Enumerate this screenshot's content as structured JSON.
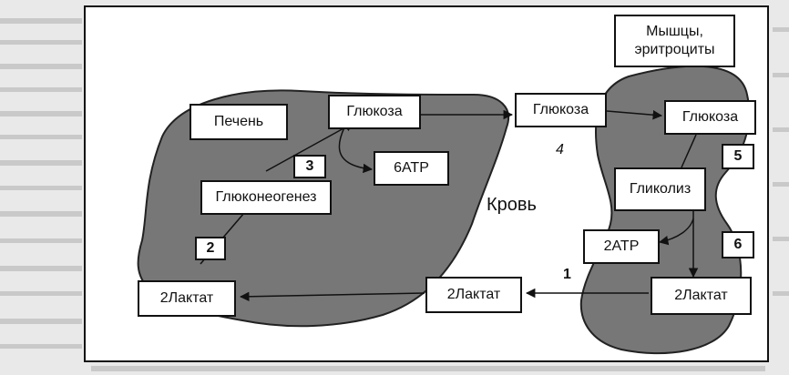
{
  "diagram": {
    "nodes": {
      "liver": "Печень",
      "glucose_liver": "Глюкоза",
      "glucose_blood": "Глюкоза",
      "glucose_muscle": "Глюкоза",
      "muscle_rbc": "Мышцы,\nэритроциты",
      "atp6": "6АТР",
      "gluconeogenesis": "Глюконеогенез",
      "glycolysis": "Гликолиз",
      "atp2": "2АТР",
      "lactate_liver": "2Лактат",
      "lactate_blood": "2Лактат",
      "lactate_muscle": "2Лактат",
      "blood": "Кровь"
    },
    "step_numbers": {
      "n1": "1",
      "n2": "2",
      "n3": "3",
      "n4": "4",
      "n5": "5",
      "n6": "6"
    }
  }
}
